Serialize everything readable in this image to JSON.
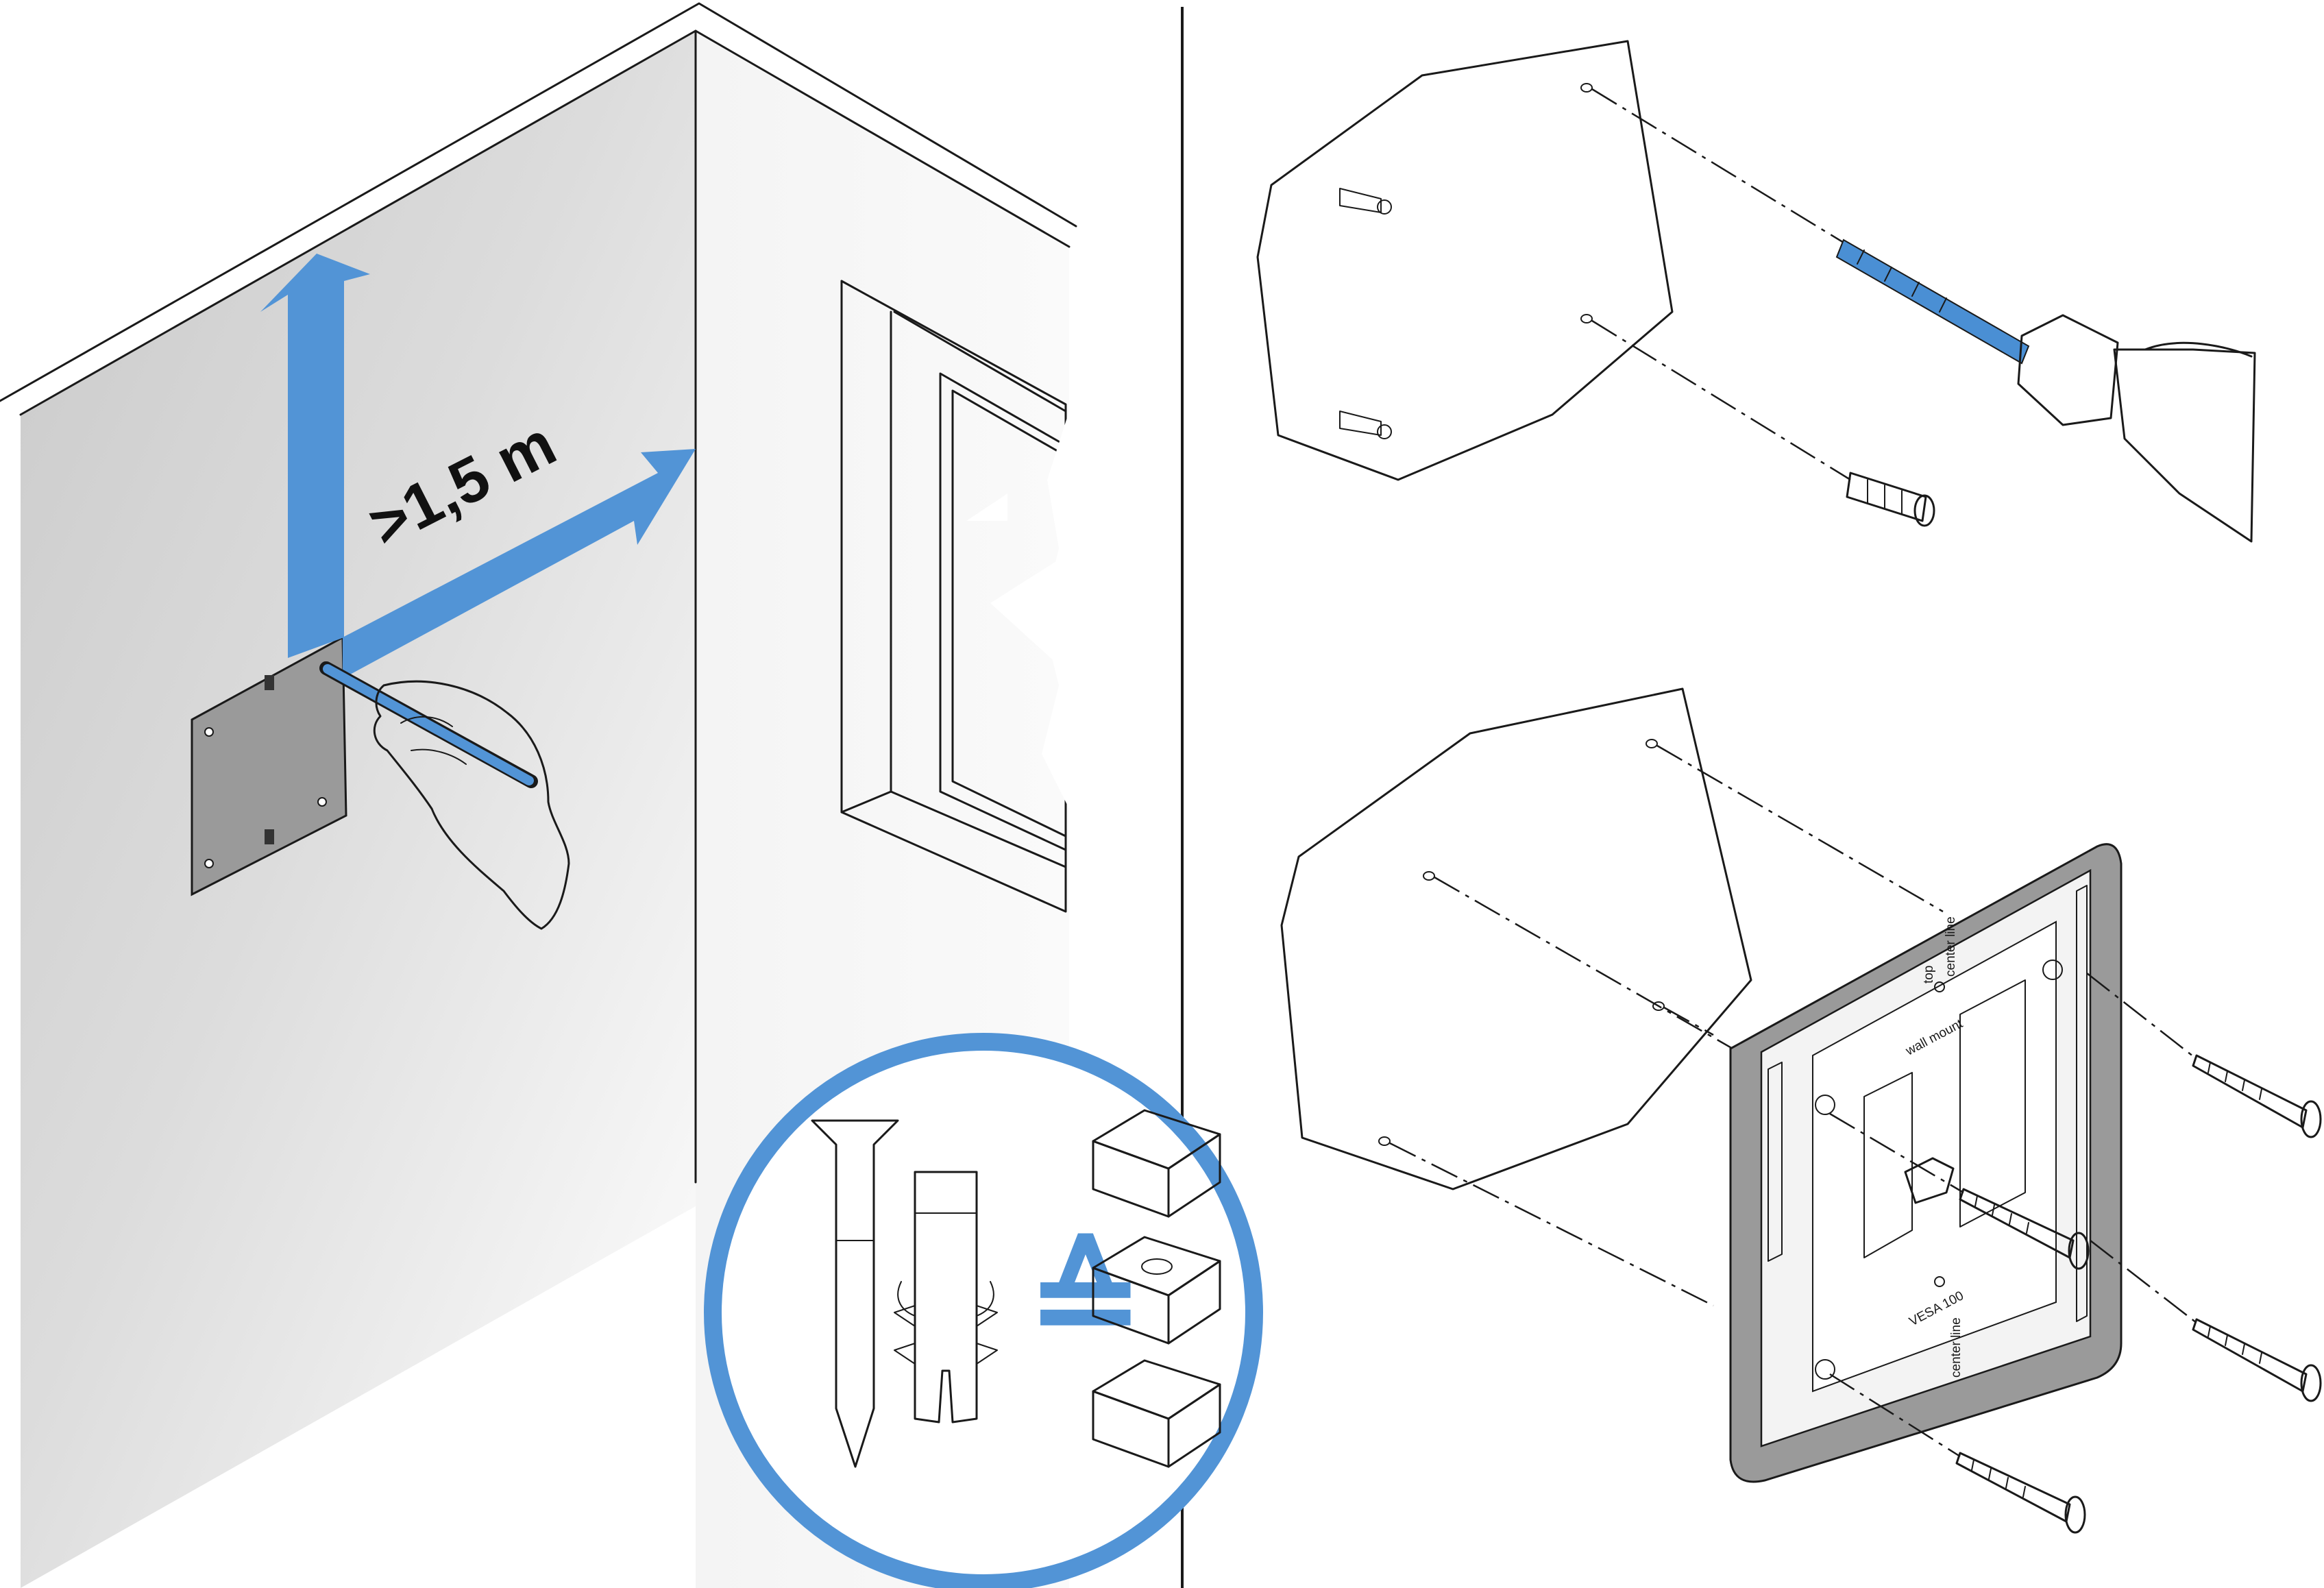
{
  "measurement": {
    "distance_label": ">1,5 m"
  },
  "plate_labels": {
    "top": "top",
    "center_line": "center line",
    "wall_mount": "wall mount",
    "vesa": "VESA 100"
  },
  "symbol": {
    "equivalence": "≙"
  },
  "colors": {
    "accent_blue": "#5294d6",
    "drill_blue": "#4a8fd4",
    "brick": "#a8381f",
    "concrete": "#cfcfcf",
    "plate_grey": "#9a9a9a",
    "wall_shade": "#d7d7d7"
  }
}
